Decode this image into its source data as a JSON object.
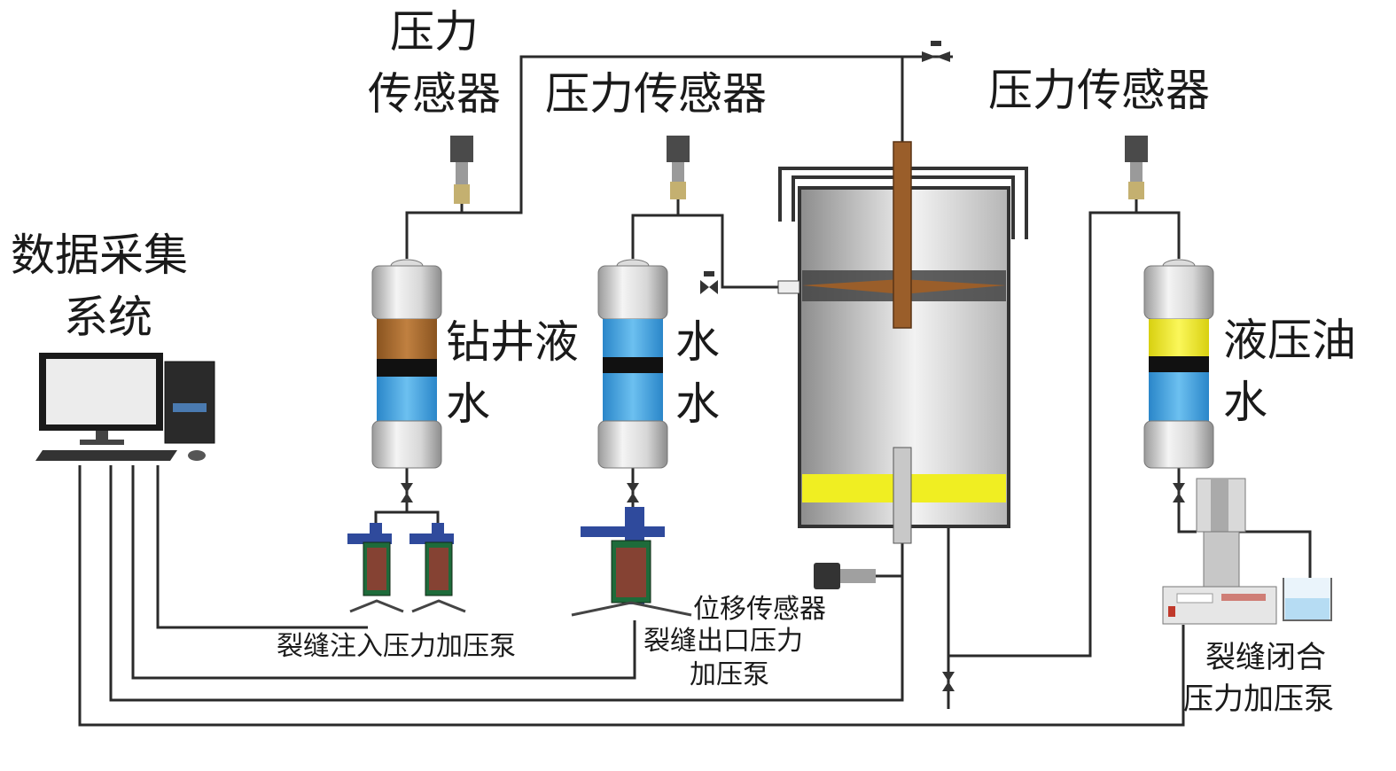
{
  "labels": {
    "sensor_left_line1": "压力",
    "sensor_left_line2": "传感器",
    "sensor_mid": "压力传感器",
    "sensor_right": "压力传感器",
    "daq_line1": "数据采集",
    "daq_line2": "系统",
    "drilling_fluid": "钻井液",
    "water_1": "水",
    "water_mid_top": "水",
    "water_mid_bottom": "水",
    "hydraulic_oil": "液压油",
    "water_right": "水",
    "injection_pump": "裂缝注入压力加压泵",
    "displacement_sensor": "位移传感器",
    "outlet_pump_line1": "裂缝出口压力",
    "outlet_pump_line2": "加压泵",
    "closure_pump_line1": "裂缝闭合",
    "closure_pump_line2": "压力加压泵"
  },
  "colors": {
    "drilling_fluid": "#a8692a",
    "water": "#3d9fdc",
    "oil": "#f2ea1e",
    "cell_yellow": "#f0ee22",
    "piston_rod": "#9a5e2a",
    "pump_blue": "#2f4a9c",
    "pipe": "#2a2a2a"
  }
}
